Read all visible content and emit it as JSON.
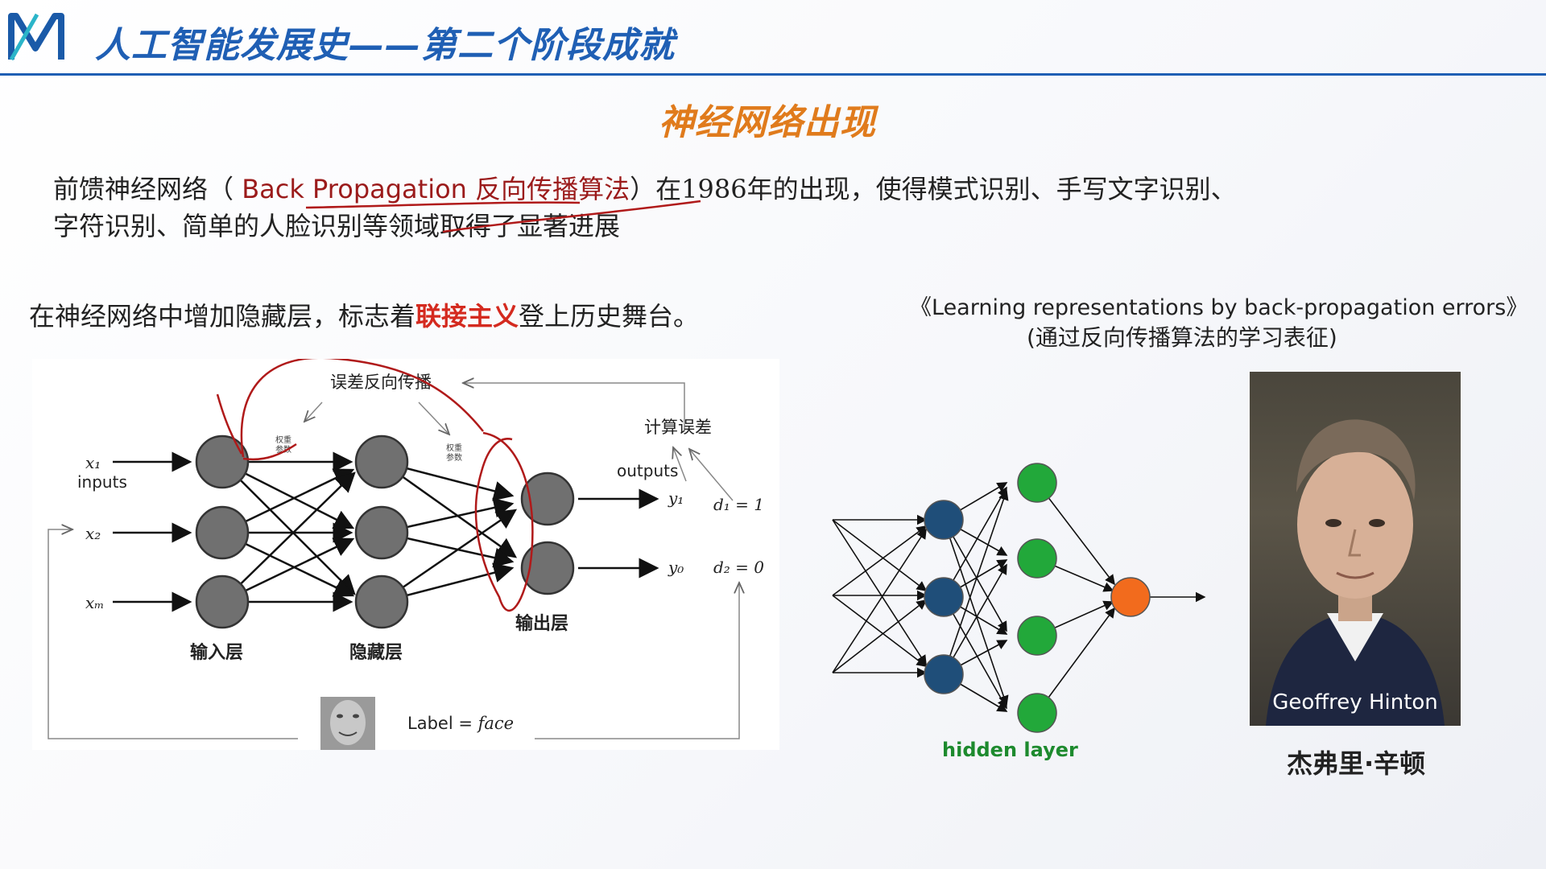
{
  "header": {
    "title": "人工智能发展史——第二个阶段成就",
    "accent_color": "#1f5fb4",
    "logo_icon": "m-logo-icon"
  },
  "section": {
    "title": "神经网络出现",
    "color": "#e07b1c"
  },
  "paragraph": {
    "prefix": "前馈神经网络（",
    "highlight": " Back Propagation 反向传播算法",
    "suffix": "）在1986年的出现，使得模式识别、手写文字识别、字符识别、简单的人脸识别等领域取得了显著进展"
  },
  "statement": {
    "prefix": "在神经网络中增加隐藏层，标志着",
    "emphasis": "联接主义",
    "suffix": "登上历史舞台。"
  },
  "paper": {
    "title": "《Learning representations by back-propagation errors》",
    "subtitle": "(通过反向传播算法的学习表征)"
  },
  "diagram_bp": {
    "backprop_label": "误差反向传播",
    "compute_error_label": "计算误差",
    "outputs_label": "outputs",
    "inputs_label": "inputs",
    "weight_label_line1": "权重",
    "weight_label_line2": "参数",
    "x1": "x₁",
    "x2": "x₂",
    "xm": "xₘ",
    "y1": "y₁",
    "y0": "y₀",
    "d1": "d₁ = 1",
    "d2": "d₂ = 0",
    "input_layer": "输入层",
    "hidden_layer": "隐藏层",
    "output_layer": "输出层",
    "label_text": "Label = ",
    "label_value": "face"
  },
  "diagram_nn": {
    "hidden_label": "hidden layer",
    "colors": {
      "blue": "#1f4e79",
      "green": "#22a83a",
      "orange": "#f26b1d"
    }
  },
  "photo": {
    "caption": "Geoffrey Hinton"
  },
  "person": {
    "name": "杰弗里·辛顿"
  }
}
